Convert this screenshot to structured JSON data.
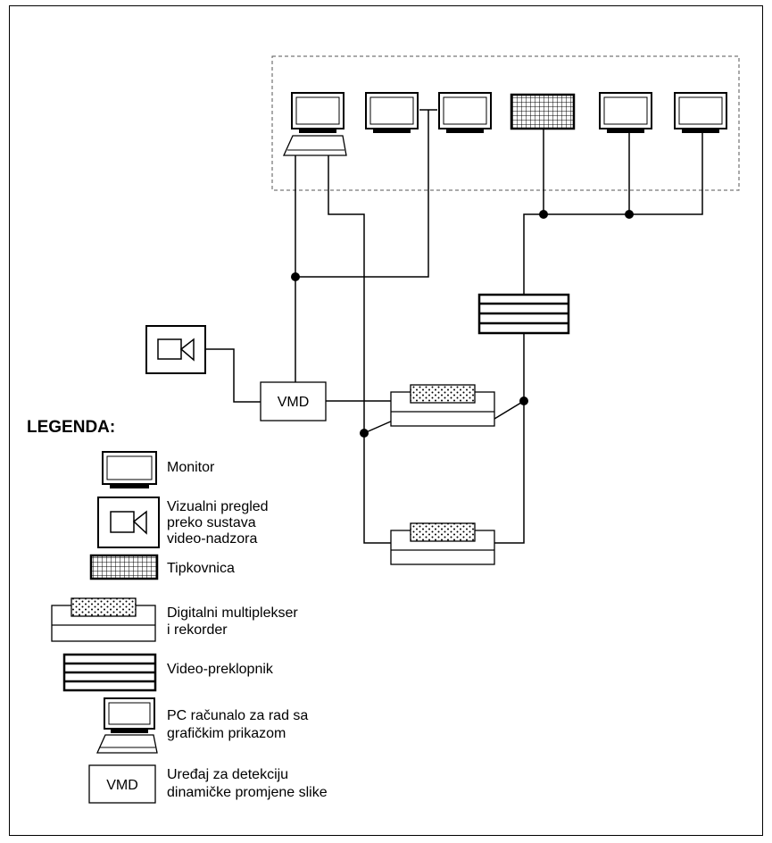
{
  "diagram": {
    "vmd_label": "VMD",
    "legend": {
      "title": "LEGENDA:",
      "items": [
        {
          "icon": "monitor-icon",
          "lines": [
            "Monitor"
          ]
        },
        {
          "icon": "camera-icon",
          "lines": [
            "Vizualni pregled",
            "preko sustava",
            "video-nadzora"
          ]
        },
        {
          "icon": "keyboard-icon",
          "lines": [
            "Tipkovnica"
          ]
        },
        {
          "icon": "multiplexer-recorder-icon",
          "lines": [
            "Digitalni multiplekser",
            "i rekorder"
          ]
        },
        {
          "icon": "video-switch-icon",
          "lines": [
            "Video-preklopnik"
          ]
        },
        {
          "icon": "pc-workstation-icon",
          "lines": [
            "PC računalo za rad sa",
            "grafičkim prikazom"
          ]
        },
        {
          "icon": "vmd-device-icon",
          "lines": [
            "Uređaj za detekciju",
            "dinamičke promjene slike"
          ]
        }
      ]
    }
  }
}
